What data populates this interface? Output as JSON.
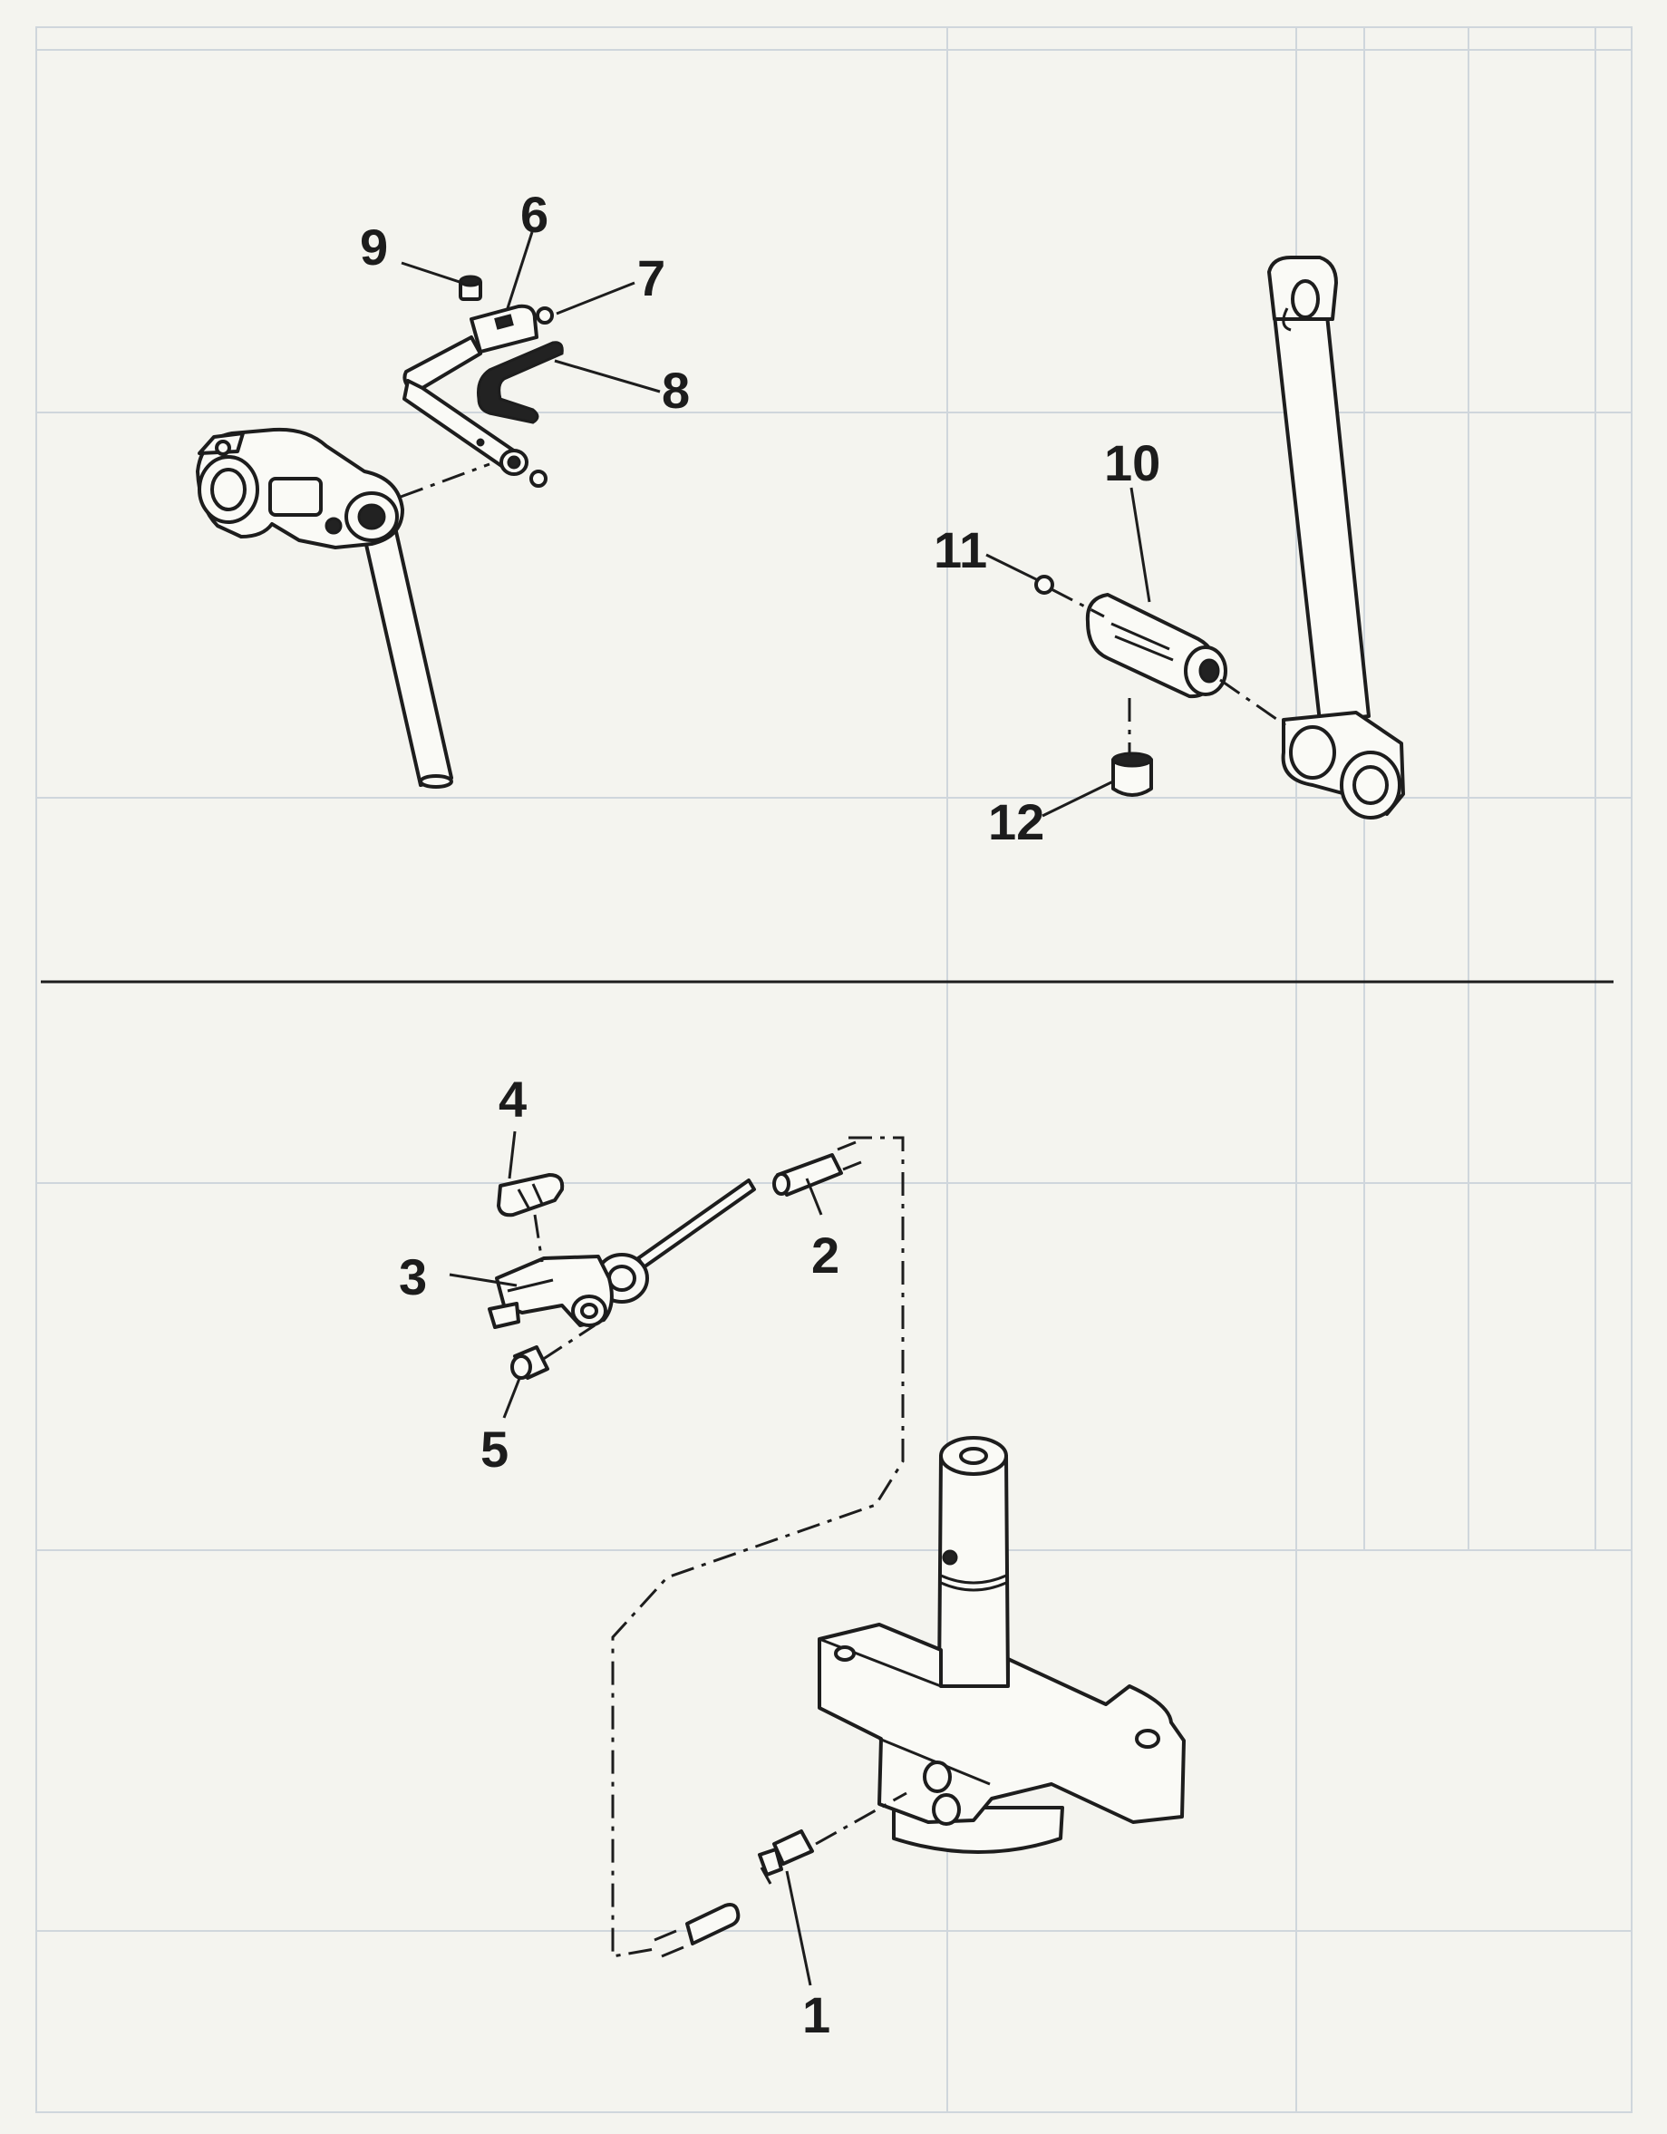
{
  "diagram": {
    "colors": {
      "paper": "#f4f4ef",
      "ink": "#1d1d1d",
      "bleed": "#cfd6dc"
    },
    "labels": [
      {
        "id": "p1",
        "text": "1"
      },
      {
        "id": "p2",
        "text": "2"
      },
      {
        "id": "p3",
        "text": "3"
      },
      {
        "id": "p4",
        "text": "4"
      },
      {
        "id": "p5",
        "text": "5"
      },
      {
        "id": "p6",
        "text": "6"
      },
      {
        "id": "p7",
        "text": "7"
      },
      {
        "id": "p8",
        "text": "8"
      },
      {
        "id": "p9",
        "text": "9"
      },
      {
        "id": "p10",
        "text": "10"
      },
      {
        "id": "p11",
        "text": "11"
      },
      {
        "id": "p12",
        "text": "12"
      }
    ]
  }
}
